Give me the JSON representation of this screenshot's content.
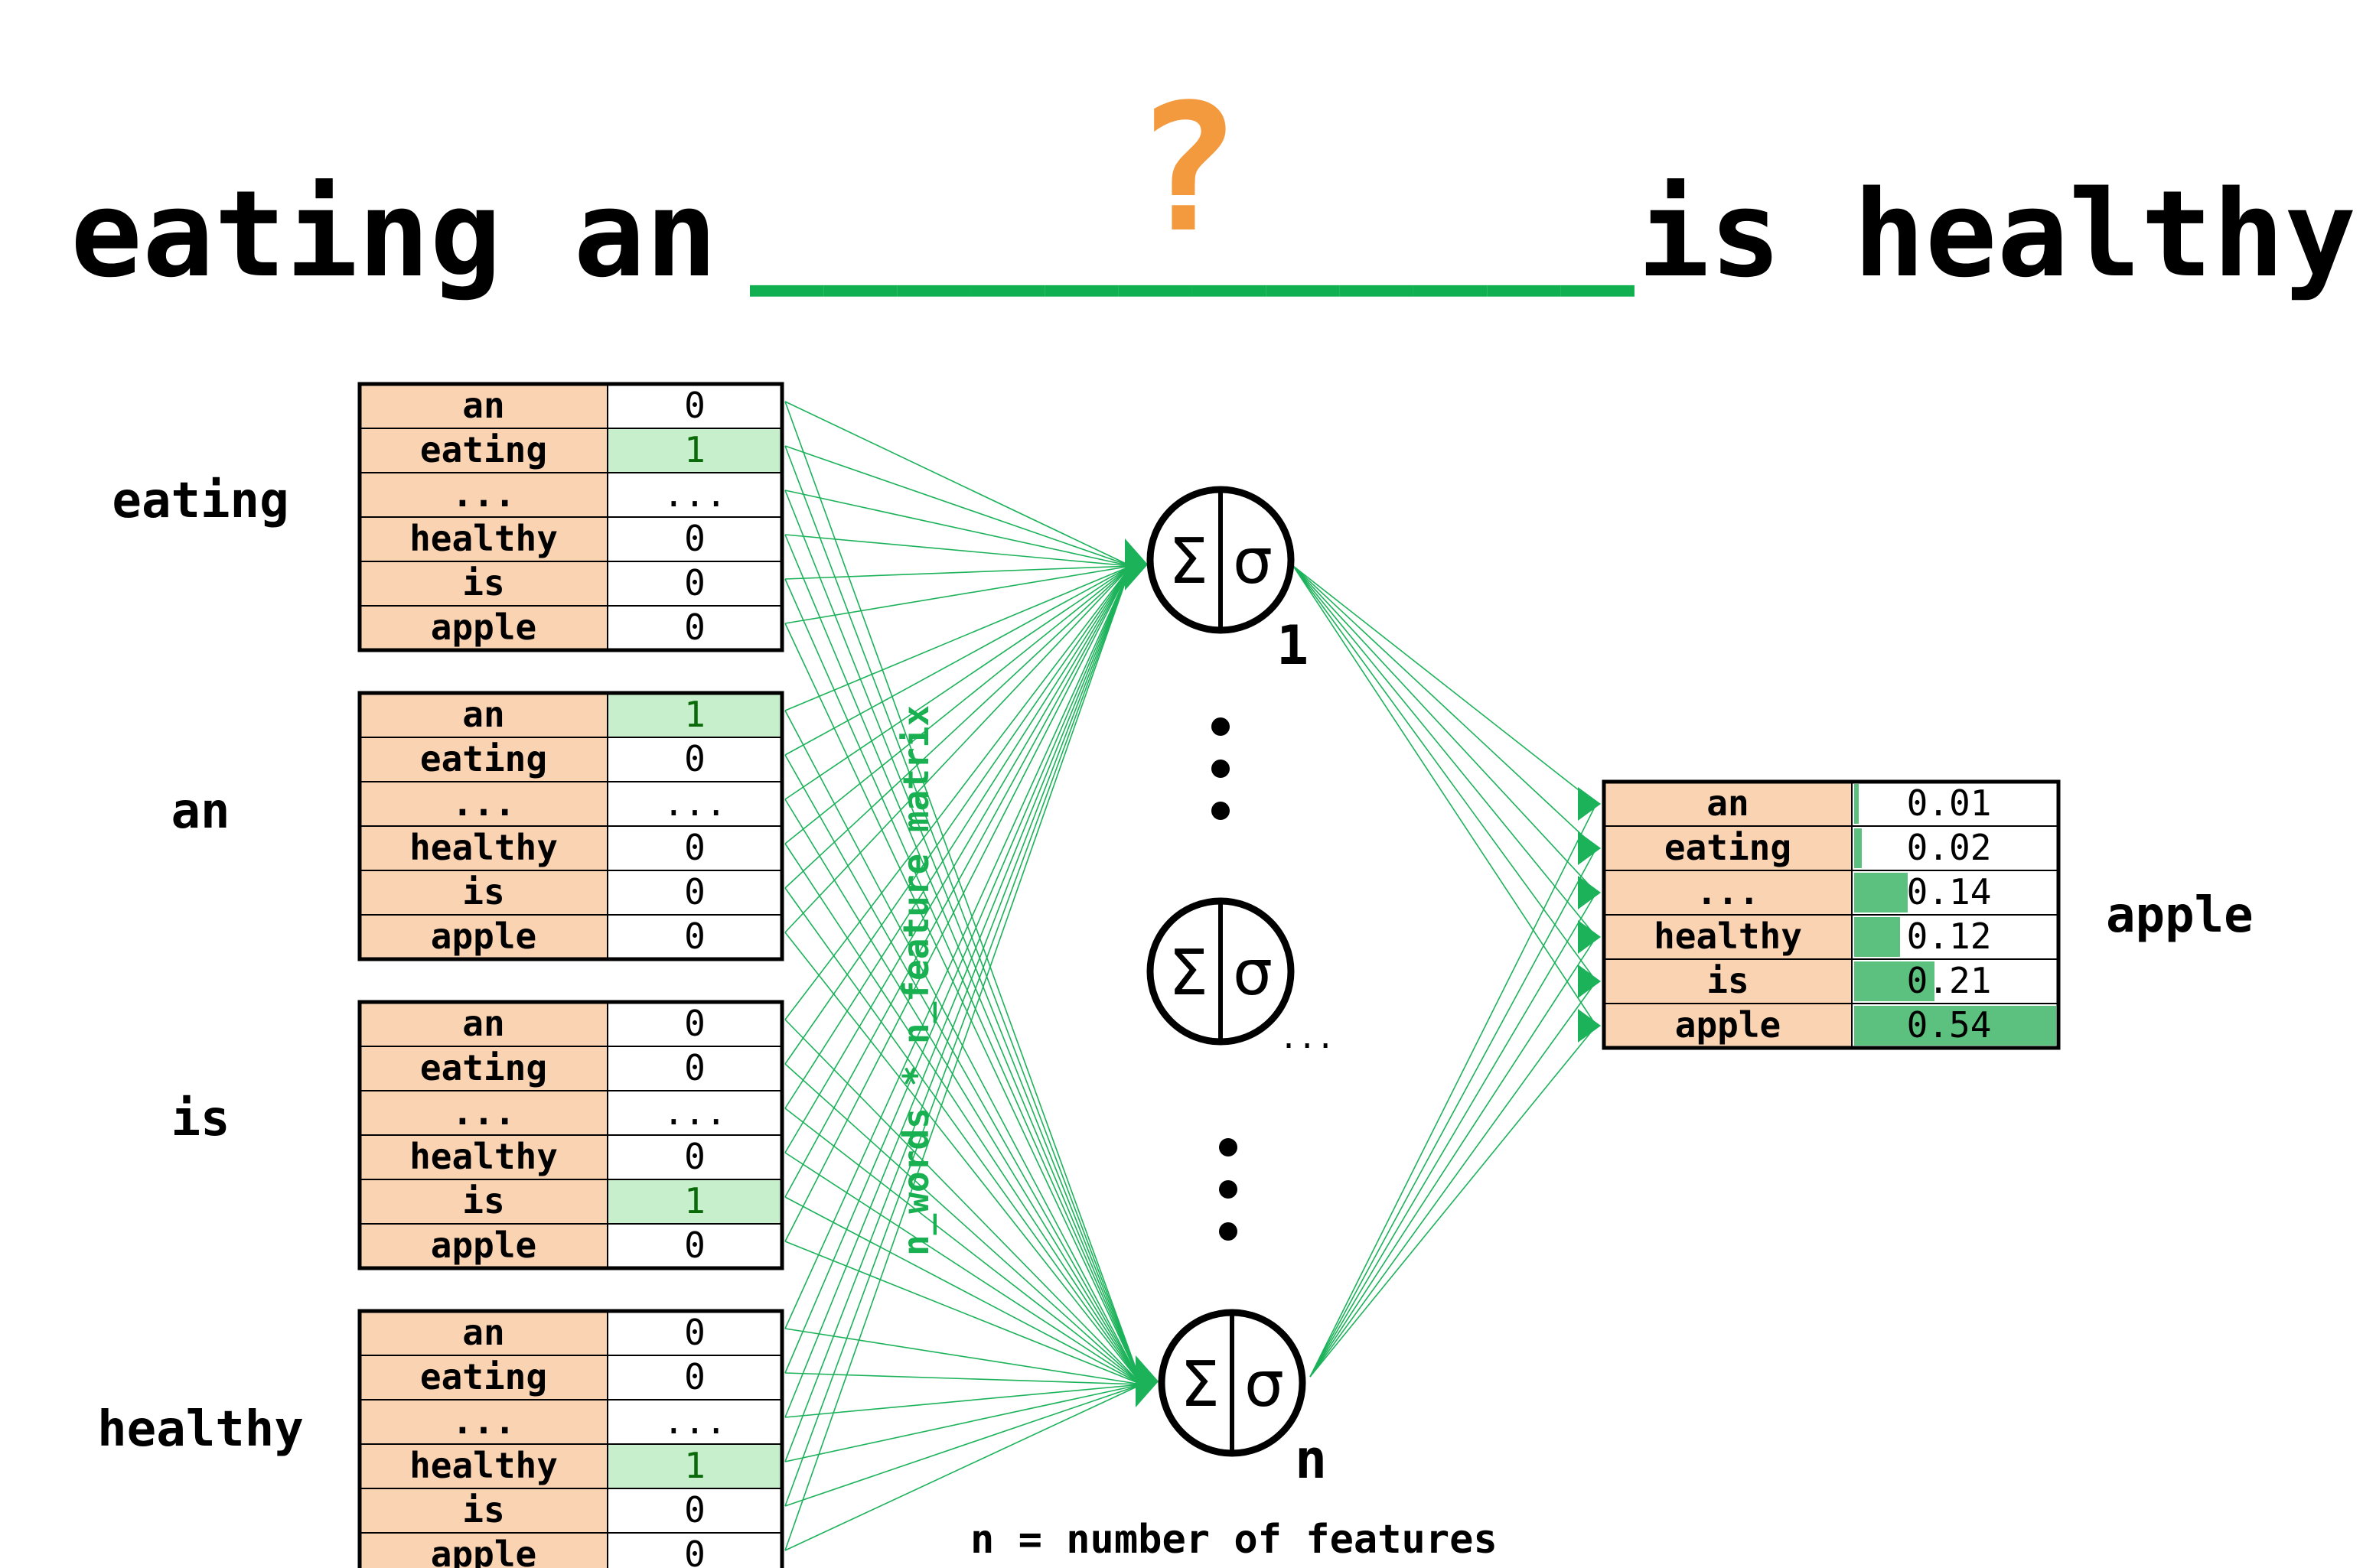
{
  "sentence": {
    "left": "eating an",
    "blank": "____________",
    "question_mark": "?",
    "right": "is healthy"
  },
  "inputs": [
    {
      "word": "eating",
      "rows": [
        {
          "label": "an",
          "value": "0"
        },
        {
          "label": "eating",
          "value": "1"
        },
        {
          "label": "...",
          "value": "..."
        },
        {
          "label": "healthy",
          "value": "0"
        },
        {
          "label": "is",
          "value": "0"
        },
        {
          "label": "apple",
          "value": "0"
        }
      ],
      "hot": 1
    },
    {
      "word": "an",
      "rows": [
        {
          "label": "an",
          "value": "1"
        },
        {
          "label": "eating",
          "value": "0"
        },
        {
          "label": "...",
          "value": "..."
        },
        {
          "label": "healthy",
          "value": "0"
        },
        {
          "label": "is",
          "value": "0"
        },
        {
          "label": "apple",
          "value": "0"
        }
      ],
      "hot": 0
    },
    {
      "word": "is",
      "rows": [
        {
          "label": "an",
          "value": "0"
        },
        {
          "label": "eating",
          "value": "0"
        },
        {
          "label": "...",
          "value": "..."
        },
        {
          "label": "healthy",
          "value": "0"
        },
        {
          "label": "is",
          "value": "1"
        },
        {
          "label": "apple",
          "value": "0"
        }
      ],
      "hot": 4
    },
    {
      "word": "healthy",
      "rows": [
        {
          "label": "an",
          "value": "0"
        },
        {
          "label": "eating",
          "value": "0"
        },
        {
          "label": "...",
          "value": "..."
        },
        {
          "label": "healthy",
          "value": "1"
        },
        {
          "label": "is",
          "value": "0"
        },
        {
          "label": "apple",
          "value": "0"
        }
      ],
      "hot": 3
    }
  ],
  "matrix_label": "n_words * n_feature matrix",
  "neurons": [
    {
      "symbol_left": "Σ",
      "symbol_right": "σ",
      "index": "1"
    },
    {
      "symbol_left": "Σ",
      "symbol_right": "σ",
      "index": "..."
    },
    {
      "symbol_left": "Σ",
      "symbol_right": "σ",
      "index": "n"
    }
  ],
  "features_note": "n = number of features",
  "output": {
    "word": "apple",
    "rows": [
      {
        "label": "an",
        "value": "0.01",
        "p": 0.01
      },
      {
        "label": "eating",
        "value": "0.02",
        "p": 0.02
      },
      {
        "label": "...",
        "value": "0.14",
        "p": 0.14
      },
      {
        "label": "healthy",
        "value": "0.12",
        "p": 0.12
      },
      {
        "label": "is",
        "value": "0.21",
        "p": 0.21
      },
      {
        "label": "apple",
        "value": "0.54",
        "p": 0.54
      }
    ]
  },
  "colors": {
    "label_fill": "#fad3b2",
    "hot_fill": "#c8efcc",
    "line": "#1cb25a",
    "bar": "#5cc17e",
    "orange": "#f39a3f"
  }
}
